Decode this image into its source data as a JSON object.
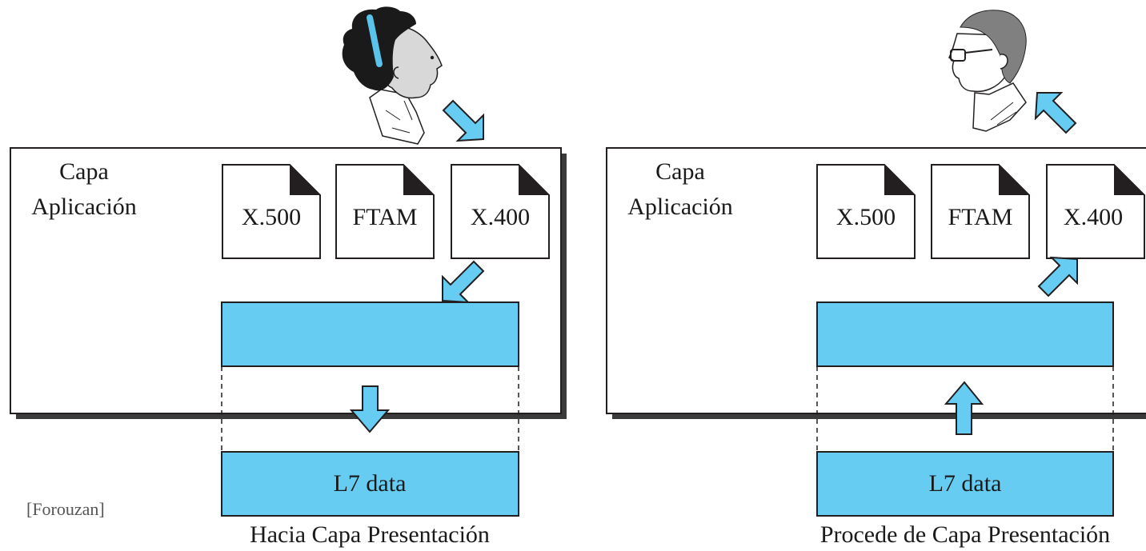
{
  "colors": {
    "accent": "#66CCF2",
    "line": "#231f20",
    "shadow": "#3a3a3a",
    "skin": "#d8d8d8",
    "hair_sender": "#1a1a1a",
    "hair_receiver": "#808080",
    "headband": "#5bc3ea"
  },
  "citation": "[Forouzan]",
  "sender": {
    "layer_title_line1": "Capa",
    "layer_title_line2": "Aplicación",
    "services": [
      "X.500",
      "FTAM",
      "X.400"
    ],
    "data_label": "L7 data",
    "caption": "Hacia Capa Presentación",
    "person_icon": "woman-user-icon"
  },
  "receiver": {
    "layer_title_line1": "Capa",
    "layer_title_line2": "Aplicación",
    "services": [
      "X.500",
      "FTAM",
      "X.400"
    ],
    "data_label": "L7 data",
    "caption": "Procede de Capa Presentación",
    "person_icon": "man-user-icon"
  }
}
